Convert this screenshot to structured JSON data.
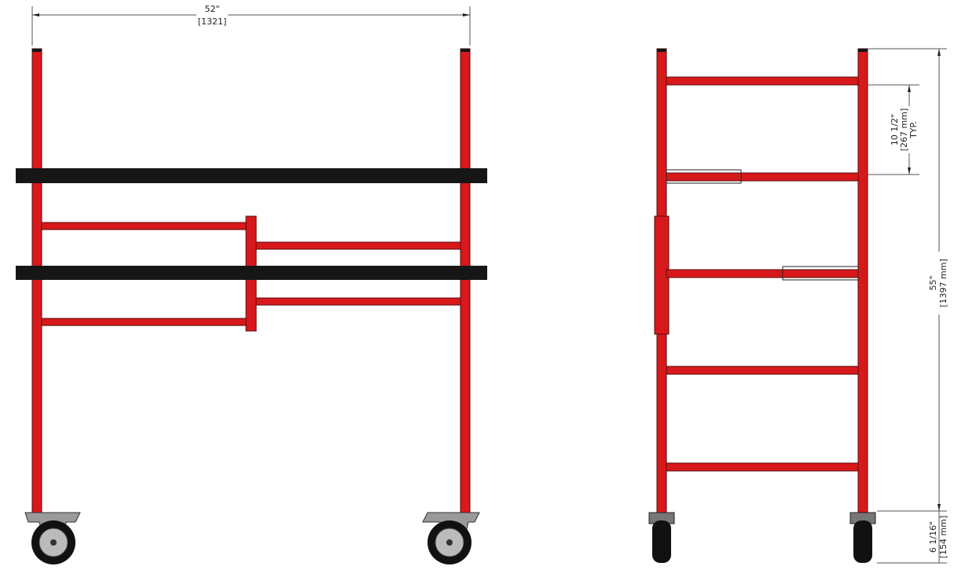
{
  "dimensions": {
    "width": {
      "imperial": "52\"",
      "metric": "[1321]"
    },
    "height": {
      "imperial": "55\"",
      "metric": "[1397 mm]"
    },
    "rung_spacing": {
      "imperial": "10 1/2\"",
      "metric": "[267 mm]",
      "note": "TYP."
    },
    "caster_height": {
      "imperial": "6 1/16\"",
      "metric": "[154 mm]"
    }
  },
  "colors": {
    "frame": "#d8191c",
    "platform": "#161616",
    "caster": "#9a9a9a"
  }
}
